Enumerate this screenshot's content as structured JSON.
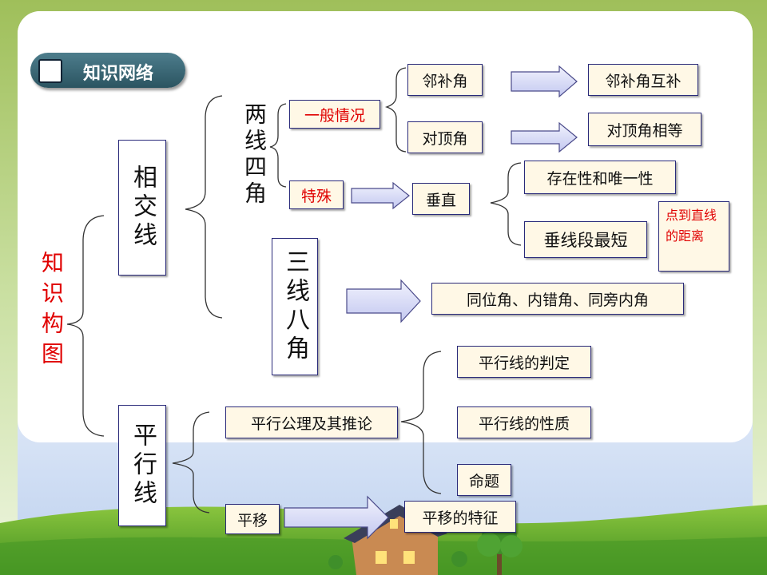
{
  "header": {
    "title": "知识网络",
    "icon": "square-icon"
  },
  "root": "知识构图",
  "intersecting": {
    "label": "相交线",
    "two_lines": {
      "label": "两线四角",
      "general": {
        "label": "一般情况",
        "adjacent": {
          "label": "邻补角",
          "result": "邻补角互补"
        },
        "vertical": {
          "label": "对顶角",
          "result": "对顶角相等"
        }
      },
      "special": {
        "label": "特殊",
        "perpendicular": {
          "label": "垂直",
          "existence": "存在性和唯一性",
          "shortest": "垂线段最短",
          "note": "点到直线的距离"
        }
      }
    },
    "three_lines": {
      "label": "三线八角",
      "result": "同位角、内错角、同旁内角"
    }
  },
  "parallel": {
    "label": "平行线",
    "axiom": {
      "label": "平行公理及其推论",
      "items": [
        "平行线的判定",
        "平行线的性质",
        "命题"
      ]
    },
    "translation": {
      "label": "平移",
      "result": "平移的特征"
    }
  },
  "colors": {
    "emphasis": "#e00000",
    "border": "#2a2a7a",
    "arrow_fill": "#cfd3f4",
    "badge": "#3a6a78"
  }
}
